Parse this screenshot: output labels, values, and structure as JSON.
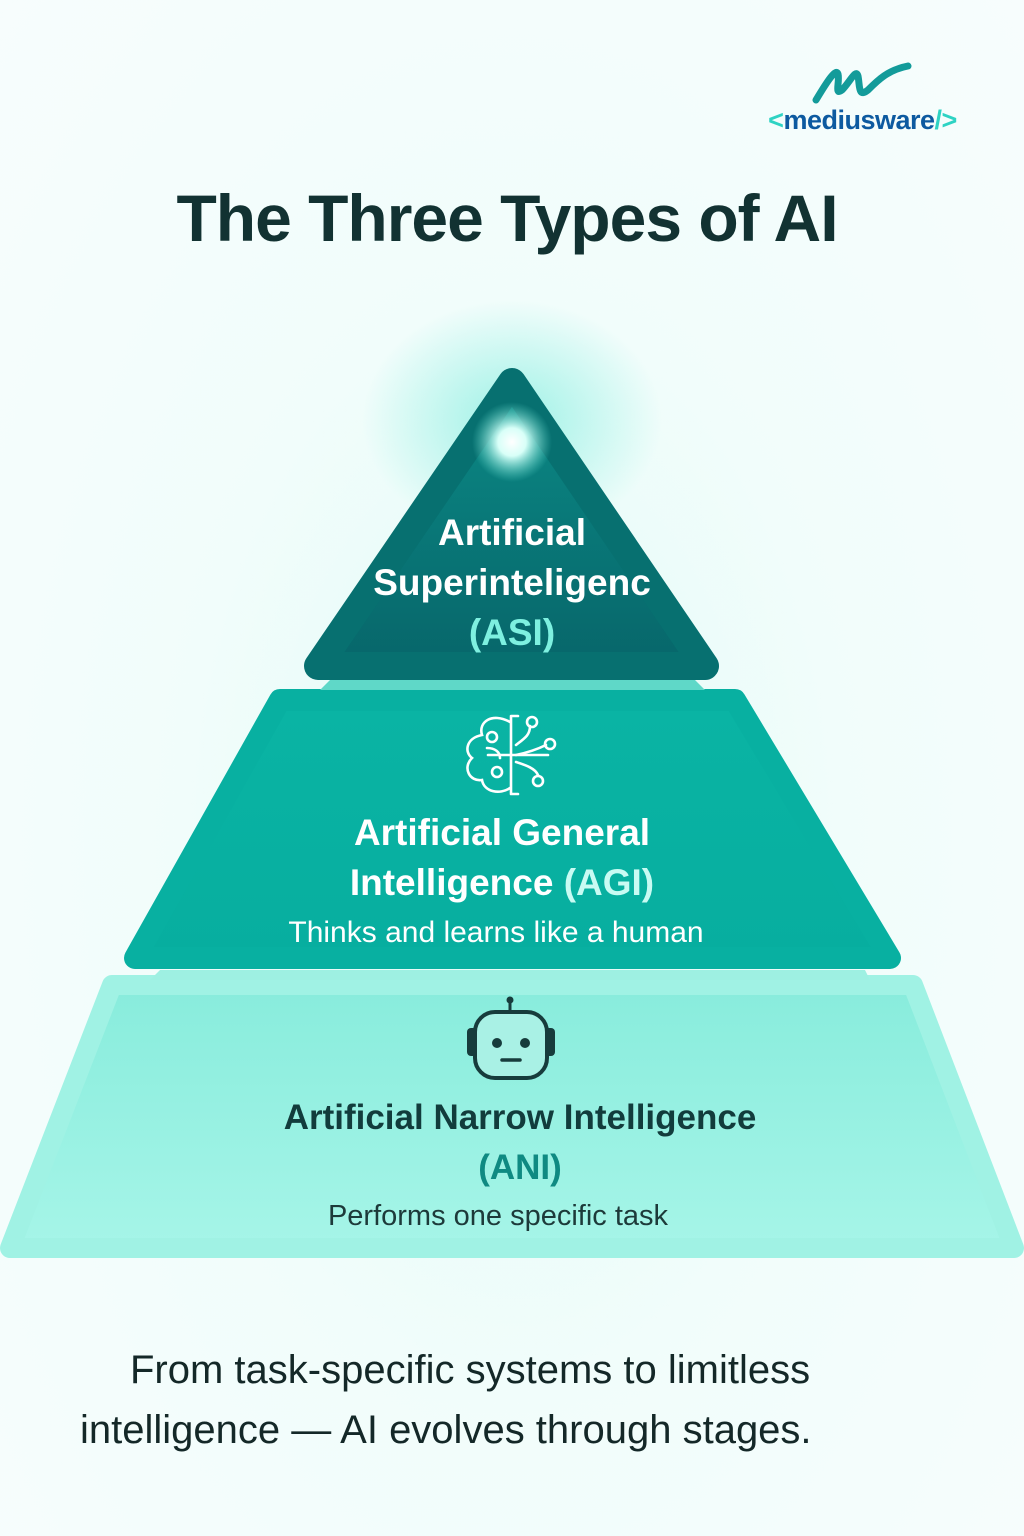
{
  "logo": {
    "open": "<",
    "name": "mediusware",
    "close": "/>"
  },
  "title": "The Three Types of AI",
  "levels": {
    "asi": {
      "line1": "Artificial",
      "line2": "Superinteligenc",
      "abbr": "(ASI)",
      "icon": "glowing-orb-icon"
    },
    "agi": {
      "line1": "Artificial General",
      "line2": "Intelligence",
      "abbr": "(AGI)",
      "description": "Thinks and learns like a human",
      "icon": "brain-circuit-icon"
    },
    "ani": {
      "line1": "Artificial Narrow Intelligence",
      "abbr": "(ANI)",
      "description": "Performs one specific task",
      "icon": "robot-icon"
    }
  },
  "tagline": {
    "line1": "From task-specific systems to limitless",
    "line2": "intelligence — AI evolves through stages."
  },
  "colors": {
    "asi": "#0a6f70",
    "agi": "#08b3a2",
    "ani": "#8eeedd",
    "title": "#123232",
    "brand": "#0d5aa0"
  }
}
